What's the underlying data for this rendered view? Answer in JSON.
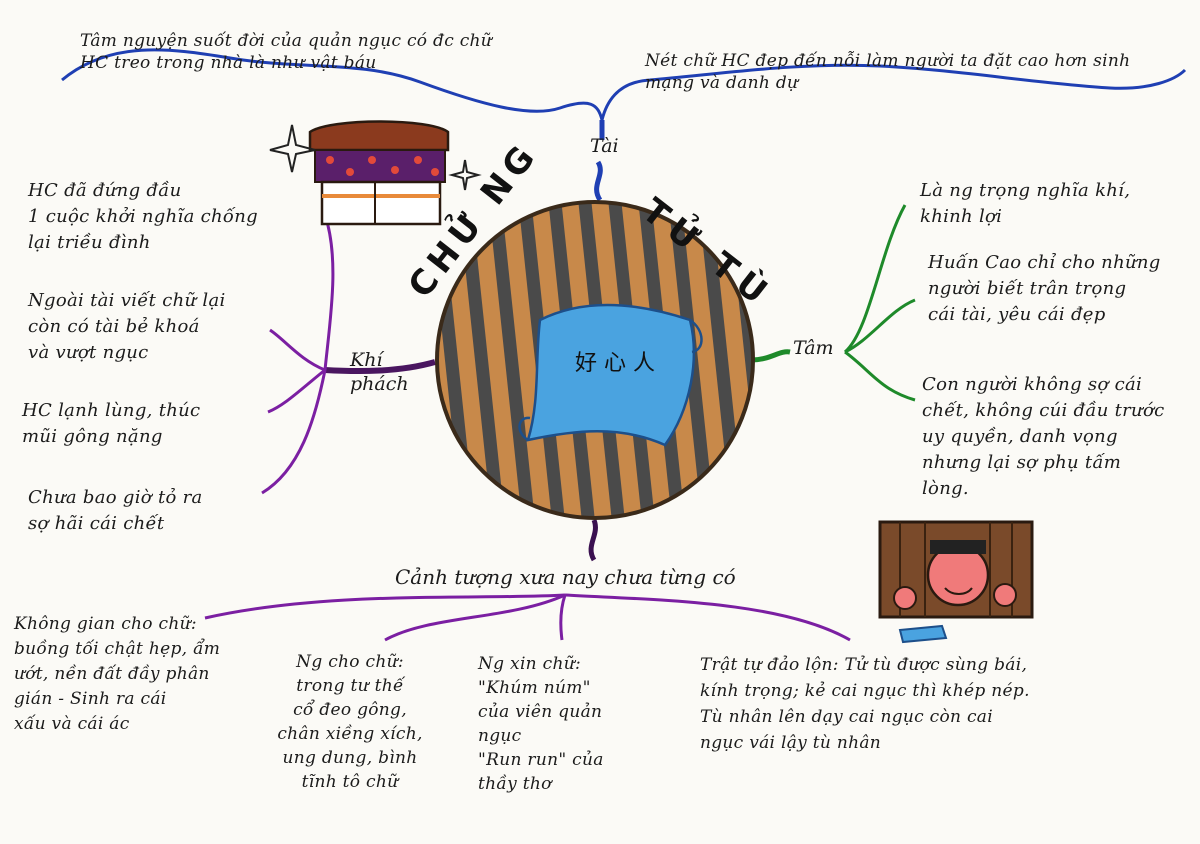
{
  "center": {
    "title_left": "CHỬ NG",
    "title_right": "TỬ TÙ",
    "scroll_text": "好 心 人"
  },
  "branches": {
    "tai": {
      "label": "Tài",
      "notes": [
        "Tâm nguyện suốt đời của quản ngục có đc chữ HC treo trong nhà là như vật báu",
        "Nét chữ HC đẹp đến nỗi làm người ta đặt cao hơn sinh mạng và danh dự"
      ]
    },
    "khi_phach": {
      "label": "Khí\nphách",
      "notes": [
        "HC đã đứng đầu\n1 cuộc khởi nghĩa chống\nlại triều đình",
        "Ngoài tài viết chữ lại\ncòn có tài bẻ khoá\nvà vượt ngục",
        "HC lạnh lùng, thúc\nmũi gông nặng",
        "Chưa bao giờ tỏ ra\nsợ hãi cái chết"
      ]
    },
    "tam": {
      "label": "Tâm",
      "notes": [
        "Là ng trọng nghĩa khí,\nkhinh lợi",
        "Huấn Cao chỉ cho những\nngười biết trân trọng\ncái tài, yêu cái đẹp",
        "Con người không sợ cái\nchết, không cúi đầu trước\nuy quyền, danh vọng\nnhưng lại sợ phụ tấm\nlòng."
      ]
    },
    "canh_tuong": {
      "label": "Cảnh tượng xưa nay chưa từng có",
      "notes": [
        "Không gian cho chữ:\nbuồng tối chật hẹp, ẩm\nướt, nền đất đầy phân\ngián - Sinh ra cái\nxấu và cái ác",
        "Ng cho chữ:\ntrong tư thế\ncổ đeo gông,\nchân xiềng xích,\nung dung, bình\ntĩnh tô chữ",
        "Ng xin chữ:\n\"Khúm núm\"\ncủa viên quản\nngục\n\"Run run\" của\nthầy thơ",
        "Trật tự đảo lộn: Tử tù được sùng bái,\nkính trọng; kẻ cai ngục thì khép nép.\nTù nhân lên dạy cai ngục còn cai\nngục vái lậy tù nhân"
      ]
    }
  },
  "colors": {
    "tai": "#1f3fb3",
    "khi_phach": "#7b1fa2",
    "tam": "#1e8a2a",
    "canh_tuong": "#7b1fa2",
    "bars": "#4a4a4a",
    "wood": "#c8894a",
    "scroll": "#4aa3e0"
  },
  "icons": [
    "sparkle-icon",
    "treasure-chest-icon",
    "prisoner-drawing-icon",
    "prison-bars-icon",
    "scroll-icon"
  ]
}
